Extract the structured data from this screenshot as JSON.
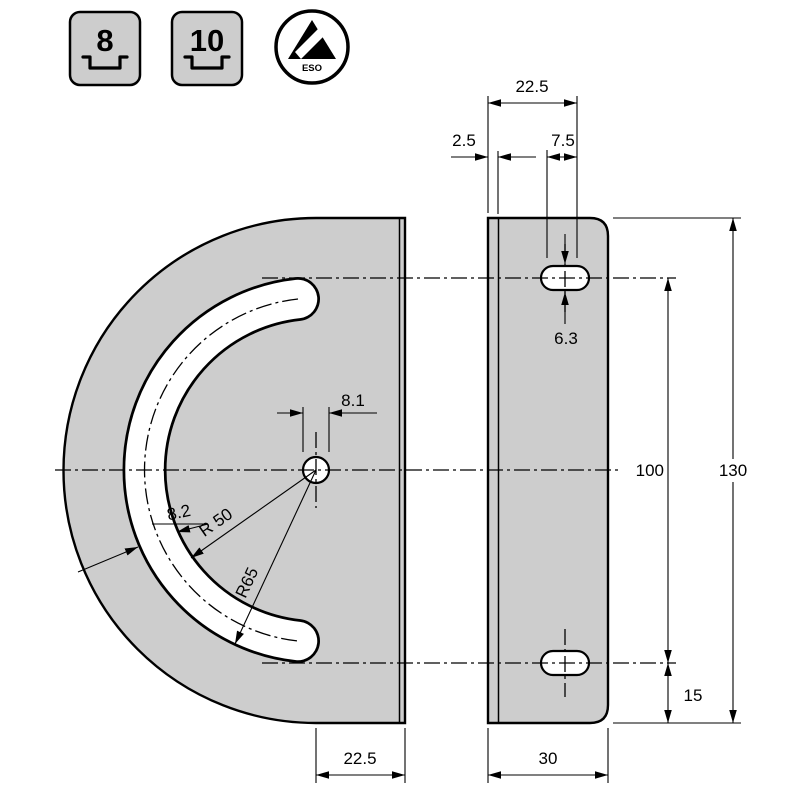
{
  "symbols": {
    "size_labels": [
      "8",
      "10"
    ],
    "esd_label": "ESO"
  },
  "dims": {
    "top_slot_offset": "22.5",
    "edge_thickness": "2.5",
    "slot_offset": "7.5",
    "side_slot_width": "6.3",
    "hole_spacing": "100",
    "total_height": "130",
    "bottom_margin": "15",
    "hole_diameter": "8.1",
    "front_slot_width": "8.2",
    "radius_inner": "R 50",
    "radius_outer": "R65",
    "flat_depth": "22.5",
    "side_width": "30"
  },
  "colors": {
    "part_fill": "#cdcdcd",
    "line": "#000000",
    "background": "#ffffff"
  }
}
